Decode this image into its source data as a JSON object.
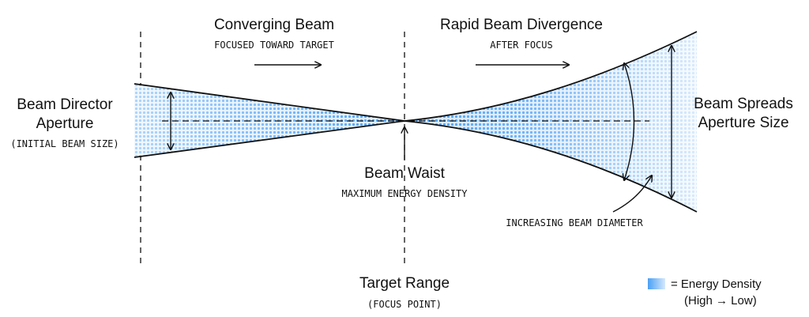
{
  "labels": {
    "converging_title": "Converging Beam",
    "converging_sub": "FOCUSED TOWARD TARGET",
    "divergence_title": "Rapid Beam Divergence",
    "divergence_sub": "AFTER FOCUS",
    "aperture_title_1": "Beam Director",
    "aperture_title_2": "Aperture",
    "aperture_sub": "(INITIAL BEAM SIZE)",
    "waist_title": "Beam Waist",
    "waist_sub": "MAXIMUM ENERGY DENSITY",
    "spreads_title_1": "Beam Spreads",
    "spreads_title_2": "Aperture Size",
    "diameter_label": "INCREASING BEAM DIAMETER",
    "target_title": "Target Range",
    "target_sub": "(FOCUS POINT)"
  },
  "legend": {
    "text_line1": "= Energy Density",
    "text_line2": "(High → Low)"
  },
  "colors": {
    "beam_high": "#4a9ff5",
    "beam_low": "#cfe5fb",
    "ink": "#111111"
  }
}
